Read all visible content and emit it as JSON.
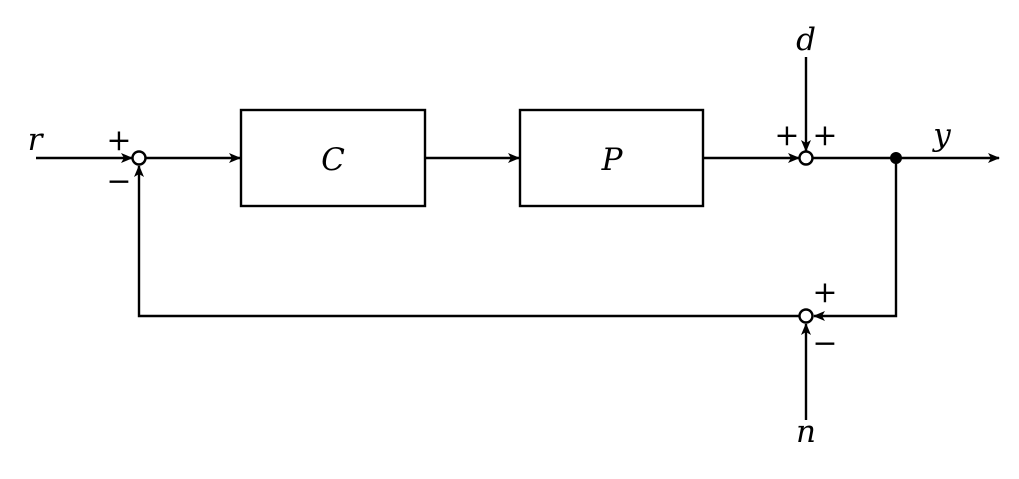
{
  "blocks": {
    "controller": "C",
    "plant": "P"
  },
  "signals": {
    "reference": "r",
    "output": "y",
    "disturbance": "d",
    "noise": "n"
  },
  "signs": {
    "sum1_input": "+",
    "sum1_feedback": "−",
    "sum2_plant": "+",
    "sum2_disturbance": "+",
    "sum3_output": "+",
    "sum3_noise": "−"
  }
}
